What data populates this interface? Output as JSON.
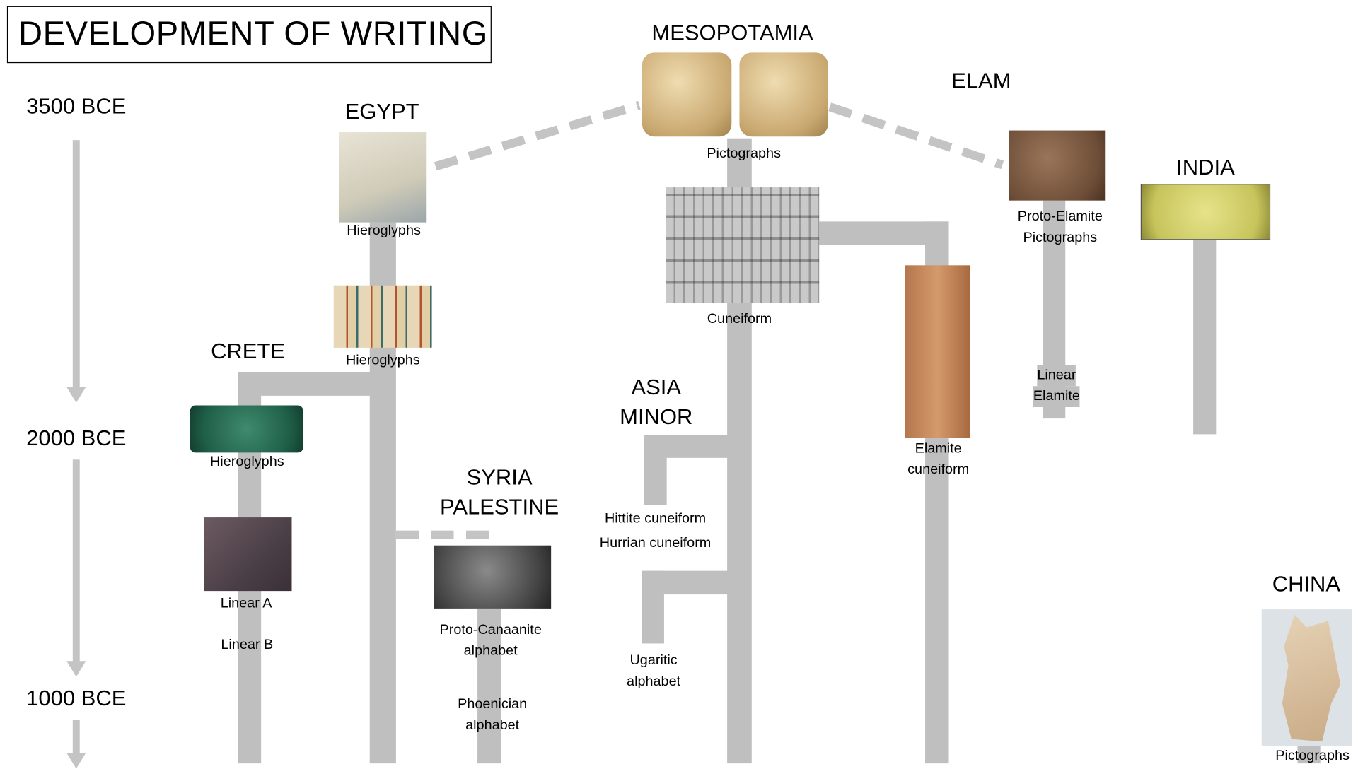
{
  "title": "DEVELOPMENT OF WRITING",
  "timeline": [
    "3500 BCE",
    "2000 BCE",
    "1000 BCE"
  ],
  "colors": {
    "branch": "#bfbfbf",
    "text": "#000000"
  },
  "regions": {
    "egypt": {
      "label": "EGYPT",
      "captions": [
        "Hieroglyphs",
        "Hieroglyphs"
      ]
    },
    "mesopotamia": {
      "label": "MESOPOTAMIA",
      "captions": [
        "Pictographs",
        "Cuneiform"
      ]
    },
    "elam": {
      "label": "ELAM",
      "captions": [
        "Proto-Elamite",
        "Pictographs",
        "Linear",
        "Elamite",
        "Elamite",
        "cuneiform"
      ]
    },
    "india": {
      "label": "INDIA"
    },
    "crete": {
      "label": "CRETE",
      "captions": [
        "Hieroglyphs",
        "Linear A",
        "Linear B"
      ]
    },
    "syria": {
      "label_line1": "SYRIA",
      "label_line2": "PALESTINE",
      "captions": [
        "Proto-Canaanite",
        "alphabet",
        "Phoenician",
        "alphabet"
      ]
    },
    "asia_minor": {
      "label_line1": "ASIA",
      "label_line2": "MINOR",
      "captions": [
        "Hittite cuneiform",
        "Hurrian cuneiform",
        "Ugaritic",
        "alphabet"
      ]
    },
    "china": {
      "label": "CHINA",
      "captions": [
        "Pictographs"
      ]
    }
  }
}
